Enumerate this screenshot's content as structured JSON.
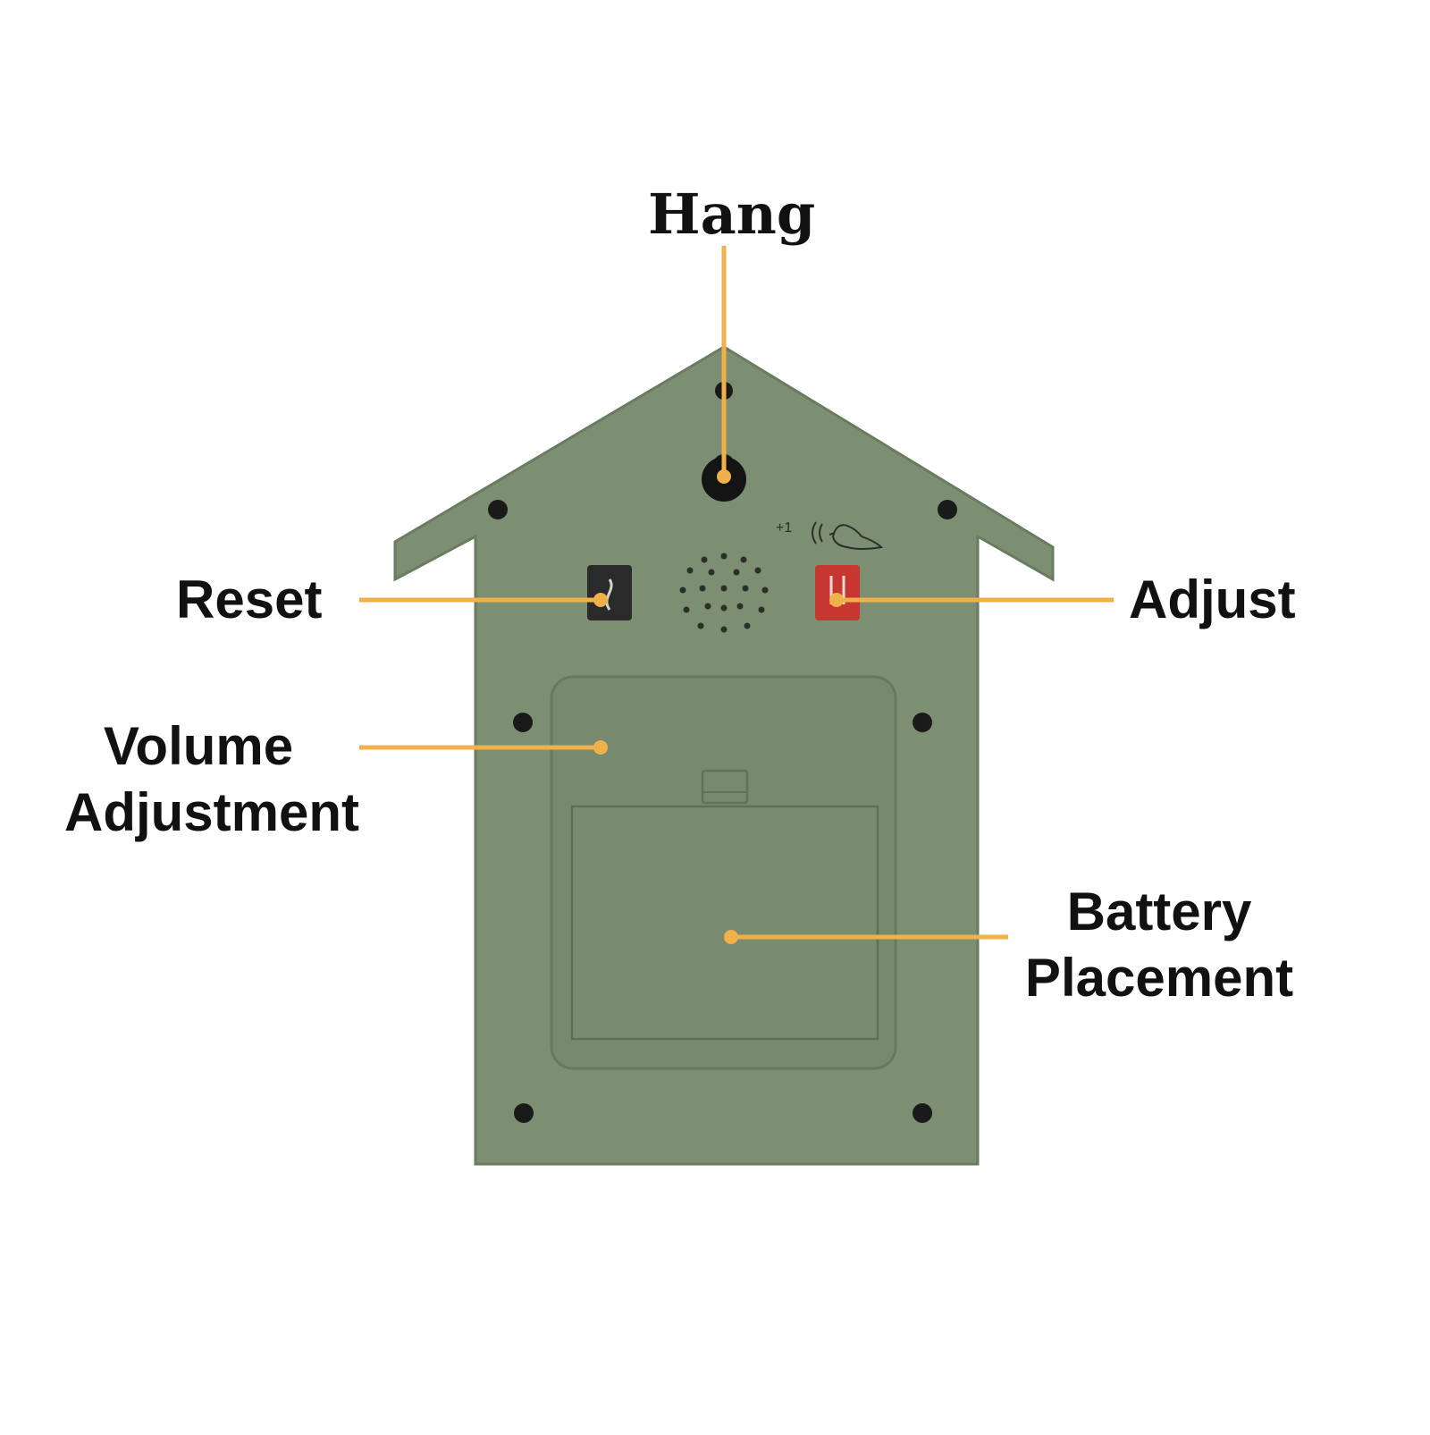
{
  "labels": {
    "hang": "Hang",
    "reset": "Reset",
    "adjust": "Adjust",
    "volume_line1": "Volume",
    "volume_line2": "Adjustment",
    "battery_line1": "Battery",
    "battery_line2": "Placement"
  },
  "device_markings": {
    "cuckoo_counter": "+1"
  },
  "colors": {
    "housing": "#7d8f73",
    "housing_edge": "#6e8064",
    "leader_line": "#f0b04a",
    "adjust_button": "#c8372f",
    "reset_button": "#2a2a2a",
    "text": "#111111"
  },
  "icons": {
    "hang": "keyhole-icon",
    "speaker": "speaker-grille-icon",
    "volume": "knob-icon",
    "bird": "bird-icon",
    "sound": "sound-waves-icon"
  }
}
